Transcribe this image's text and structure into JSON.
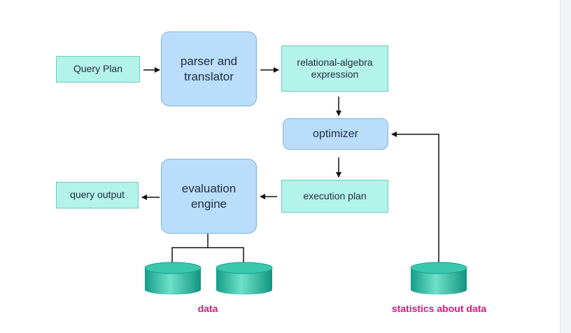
{
  "nodes": {
    "query_plan": "Query Plan",
    "parser": "parser and\ntranslator",
    "rel_algebra": "relational-algebra\nexpression",
    "optimizer": "optimizer",
    "evaluation": "evaluation\nengine",
    "query_output": "query output",
    "execution_plan": "execution plan"
  },
  "captions": {
    "data": "data",
    "statistics": "statistics about data"
  },
  "colors": {
    "teal_fill": "#b4f3ea",
    "blue_fill": "#b9ddfa",
    "disk_fill": "#1fbfa4",
    "caption": "#e0147d"
  }
}
